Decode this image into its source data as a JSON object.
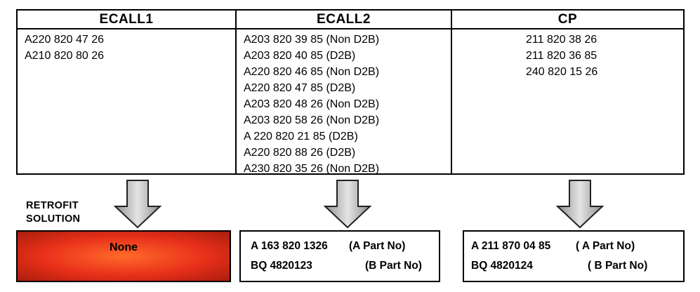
{
  "columns": [
    {
      "header": "ECALL1",
      "parts": [
        "A220 820 47 26",
        "A210 820 80 26"
      ]
    },
    {
      "header": "ECALL2",
      "parts": [
        "A203 820 39 85 (Non D2B)",
        "A203 820 40 85 (D2B)",
        "A220 820 46 85 (Non D2B)",
        "A220 820 47 85 (D2B)",
        "A203 820 48 26 (Non D2B)",
        "A203 820 58 26 (Non D2B)",
        "A 220 820 21 85 (D2B)",
        "A220 820 88 26  (D2B)",
        "A230 820 35 26 (Non D2B)"
      ]
    },
    {
      "header": "CP",
      "parts": [
        "211 820 38 26",
        "211 820 36 85",
        "240 820 15 26"
      ]
    }
  ],
  "retrofit_label": [
    "RETROFIT",
    "SOLUTION"
  ],
  "solutions": [
    {
      "text": "None",
      "color": "#e8301a"
    },
    {
      "line1_part": "A 163 820 1326",
      "line1_type": "(A Part No)",
      "line2_part": "BQ 4820123",
      "line2_type": "(B Part No)"
    },
    {
      "line1_part": "A 211 870 04 85",
      "line1_type": "( A Part No)",
      "line2_part": "BQ 4820124",
      "line2_type": "( B Part No)"
    }
  ]
}
